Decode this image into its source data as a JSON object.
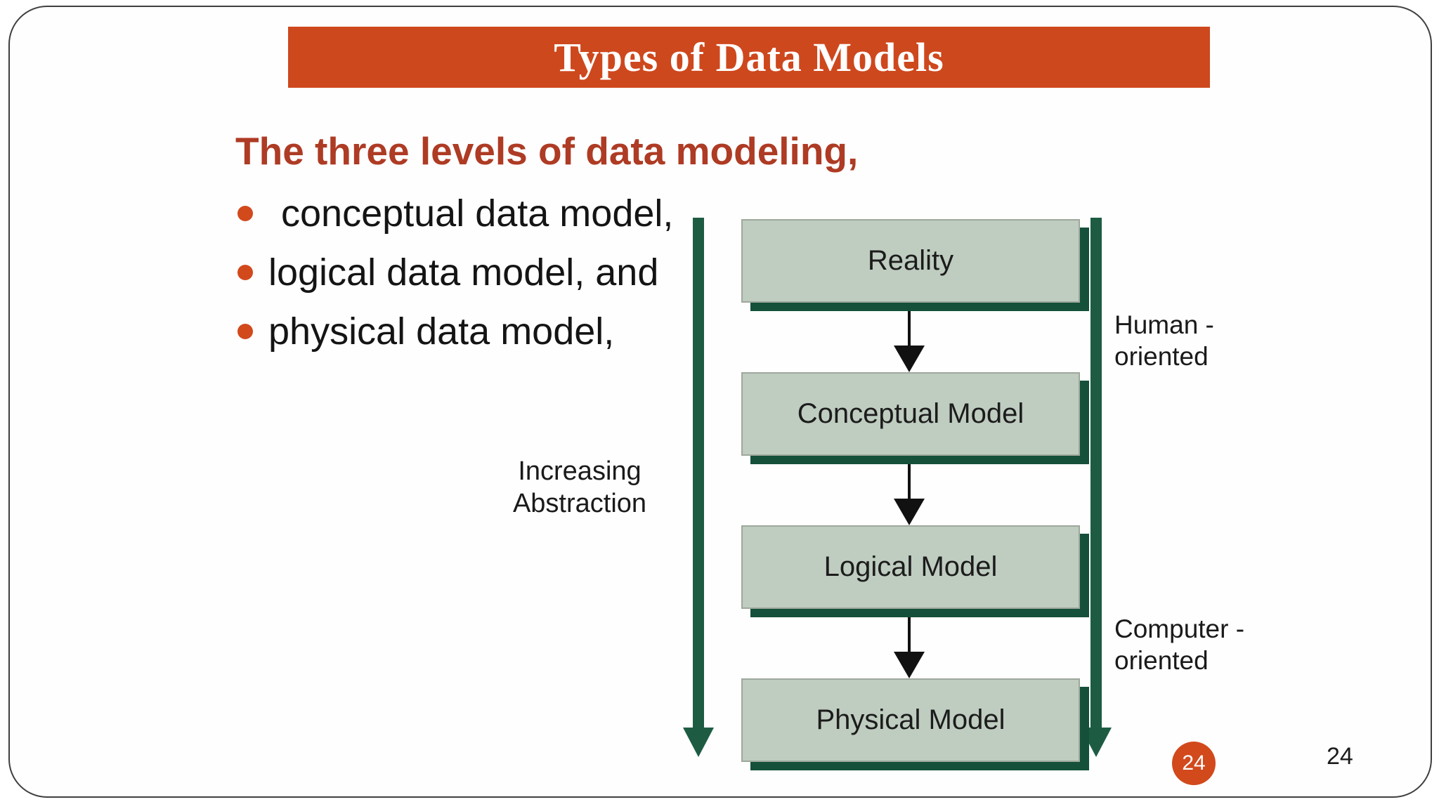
{
  "slide": {
    "title": "Types of Data Models",
    "heading": "The three levels of data modeling,",
    "bullets": [
      "conceptual data model,",
      "logical data model, and",
      "physical data model,"
    ],
    "page_badge": "24",
    "page_number": "24"
  },
  "diagram": {
    "boxes": [
      "Reality",
      "Conceptual Model",
      "Logical Model",
      "Physical Model"
    ],
    "left_label": {
      "line1": "Increasing",
      "line2": "Abstraction"
    },
    "right_label_top": {
      "line1": "Human -",
      "line2": "oriented"
    },
    "right_label_bottom": {
      "line1": "Computer -",
      "line2": "oriented"
    }
  },
  "colors": {
    "title_bar": "#ce481d",
    "heading_text": "#ae3b24",
    "bullet_dot": "#d2491c",
    "box_fill": "#bfccc0",
    "box_shadow": "#14503a",
    "arrow_green": "#1d5c43",
    "badge": "#d2491c"
  }
}
